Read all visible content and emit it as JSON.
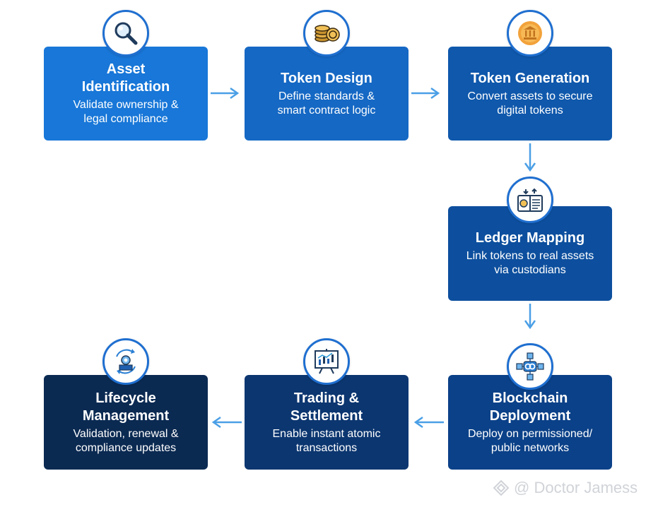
{
  "steps": [
    {
      "title": "Asset Identification",
      "title_lines": [
        "Asset",
        "Identification"
      ],
      "desc_lines": [
        "Validate ownership &",
        "legal compliance"
      ],
      "color": "#1877d8",
      "icon": "magnifier-icon"
    },
    {
      "title": "Token Design",
      "title_lines": [
        "Token Design"
      ],
      "desc_lines": [
        "Define standards &",
        "smart contract logic"
      ],
      "color": "#1568c4",
      "icon": "coins-icon"
    },
    {
      "title": "Token Generation",
      "title_lines": [
        "Token Generation"
      ],
      "desc_lines": [
        "Convert assets to secure",
        "digital tokens"
      ],
      "color": "#0f58ac",
      "icon": "bank-coin-icon"
    },
    {
      "title": "Ledger Mapping",
      "title_lines": [
        "Ledger Mapping"
      ],
      "desc_lines": [
        "Link tokens to real assets",
        "via custodians"
      ],
      "color": "#0d4f9e",
      "icon": "ledger-book-icon"
    },
    {
      "title": "Blockchain Deployment",
      "title_lines": [
        "Blockchain",
        "Deployment"
      ],
      "desc_lines": [
        "Deploy on permissioned/",
        "public networks"
      ],
      "color": "#0b4188",
      "icon": "blockchain-network-icon"
    },
    {
      "title": "Trading & Settlement",
      "title_lines": [
        "Trading &",
        "Settlement"
      ],
      "desc_lines": [
        "Enable instant atomic",
        "transactions"
      ],
      "color": "#0c3670",
      "icon": "trading-chart-icon"
    },
    {
      "title": "Lifecycle Management",
      "title_lines": [
        "Lifecycle",
        "Management"
      ],
      "desc_lines": [
        "Validation, renewal &",
        "compliance updates"
      ],
      "color": "#0b2a52",
      "icon": "lifecycle-gear-icon"
    }
  ],
  "watermark": "@ Doctor Jamess"
}
